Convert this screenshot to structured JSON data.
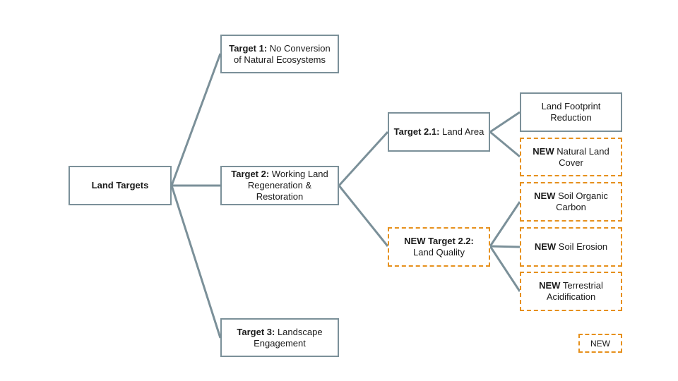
{
  "colors": {
    "existing_border": "#7b9099",
    "new_border": "#e6901c",
    "connector": "#7b9099"
  },
  "nodes": {
    "root": {
      "bold": "Land Targets",
      "text": ""
    },
    "t1": {
      "bold": "Target 1:",
      "text": " No Conversion of Natural Ecosystems"
    },
    "t2": {
      "bold": "Target 2:",
      "text": " Working Land Regeneration & Restoration"
    },
    "t3": {
      "bold": "Target 3:",
      "text": " Landscape Engagement"
    },
    "t21": {
      "bold": "Target 2.1:",
      "text": " Land Area"
    },
    "t22": {
      "bold": "NEW Target 2.2:",
      "text": " Land Quality"
    },
    "footprint": {
      "bold": "",
      "text": "Land Footprint Reduction"
    },
    "natural_cover": {
      "bold": "NEW",
      "text": " Natural Land Cover"
    },
    "soil_carbon": {
      "bold": "NEW",
      "text": " Soil Organic Carbon"
    },
    "soil_erosion": {
      "bold": "NEW",
      "text": " Soil Erosion"
    },
    "acidification": {
      "bold": "NEW",
      "text": " Terrestrial Acidification"
    }
  },
  "legend": {
    "new_label": "NEW"
  }
}
